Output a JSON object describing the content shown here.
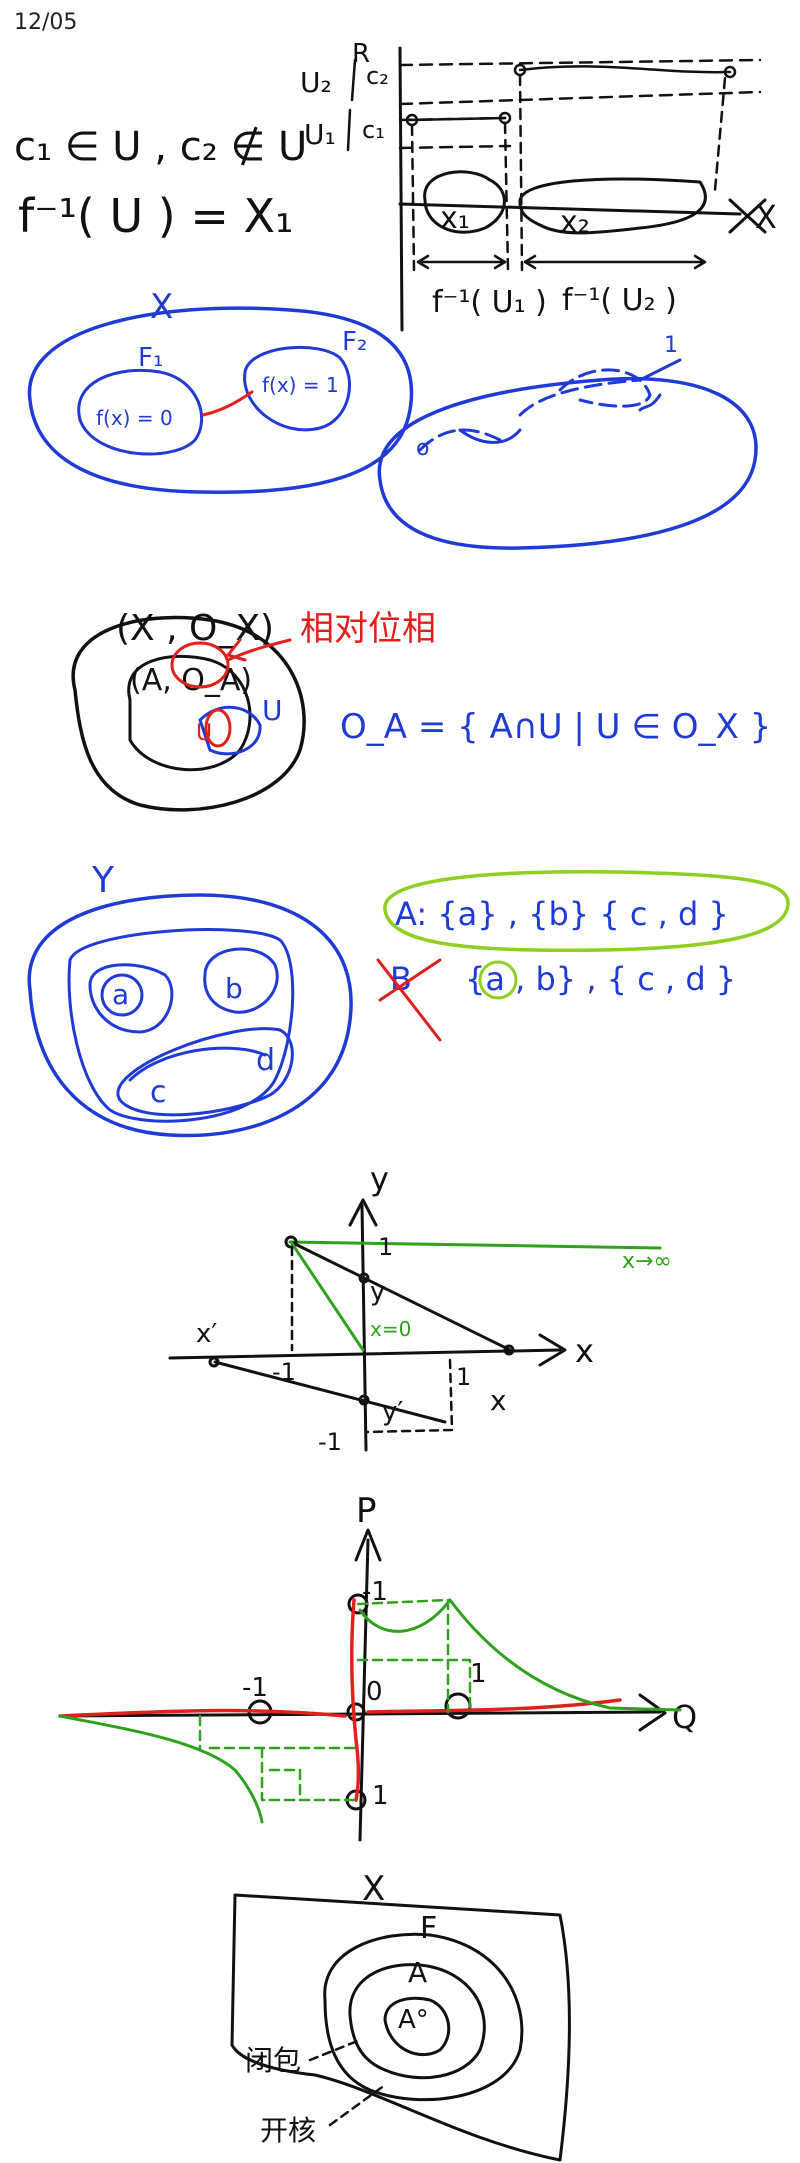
{
  "header": {
    "date": "12/05"
  },
  "colors": {
    "ink": "#111111",
    "blue": "#1f3bd6",
    "red": "#e0201a",
    "green": "#2fa21b",
    "lime": "#8fcf1f"
  },
  "section1": {
    "line1": "c₁ ∈ U , c₂ ∉ U",
    "line2": "f⁻¹( U ) = X₁",
    "axis_r": "R",
    "label_u2": "U₂",
    "label_u1": "U₁",
    "label_c2": "c₂",
    "label_c1": "c₁",
    "label_x_axis": "X",
    "label_x1": "x₁",
    "label_x2": "x₂",
    "label_f_u1": "f⁻¹( U₁ )",
    "label_f_u2": "f⁻¹( U₂ )"
  },
  "section2": {
    "label_x": "X",
    "label_f1": "F₁",
    "label_f2": "F₂",
    "inner1": "f(x) = 0",
    "inner2": "f(x) = 1",
    "small_o": "o",
    "small_one": "1"
  },
  "section3": {
    "space": "(X , O_X)",
    "subspace": "(A, O_A)",
    "label_u": "U",
    "label_u_small": "U",
    "relative": "相对位相",
    "formula": "O_A = { A∩U | U ∈ O_X }"
  },
  "section4": {
    "label_y": "Y",
    "el_a": "a",
    "el_b": "b",
    "el_c": "c",
    "el_d": "d",
    "set_a": "A:  {a} , {b}   { c , d }",
    "set_b_label": "B",
    "set_b": "{a , b} , { c , d }"
  },
  "section5": {
    "axis_y": "y",
    "axis_x": "x",
    "tick_1": "1",
    "tick_neg1_x": "-1",
    "tick_1_x": "1",
    "tick_neg1_y": "-1",
    "label_y_pt": "y",
    "label_y_prime": "y′",
    "label_x_prime": "x′",
    "label_x_pt": "x",
    "label_x0": "x=0",
    "label_xinf": "x→∞"
  },
  "section6": {
    "axis_p": "P",
    "axis_q": "Q",
    "tick_neg1_top": "-1",
    "tick_0": "0",
    "tick_1_right": "1",
    "tick_neg1_left": "-1",
    "tick_1_bottom": "1"
  },
  "section7": {
    "label_x": "X",
    "label_f": "F",
    "label_abar": "A",
    "label_aint": "A°",
    "label_closed": "闭包",
    "label_open": "开核"
  }
}
